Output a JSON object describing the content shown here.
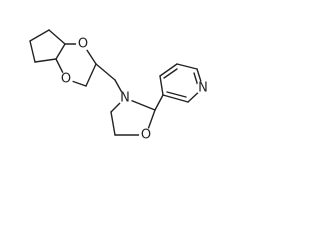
{
  "molecule": {
    "atoms": [
      {
        "id": "O1",
        "element": "O",
        "label": "O"
      },
      {
        "id": "O2",
        "element": "O",
        "label": "O"
      },
      {
        "id": "N1",
        "element": "N",
        "label": "N"
      },
      {
        "id": "O3",
        "element": "O",
        "label": "O"
      },
      {
        "id": "N2",
        "element": "N",
        "label": "N"
      }
    ]
  }
}
